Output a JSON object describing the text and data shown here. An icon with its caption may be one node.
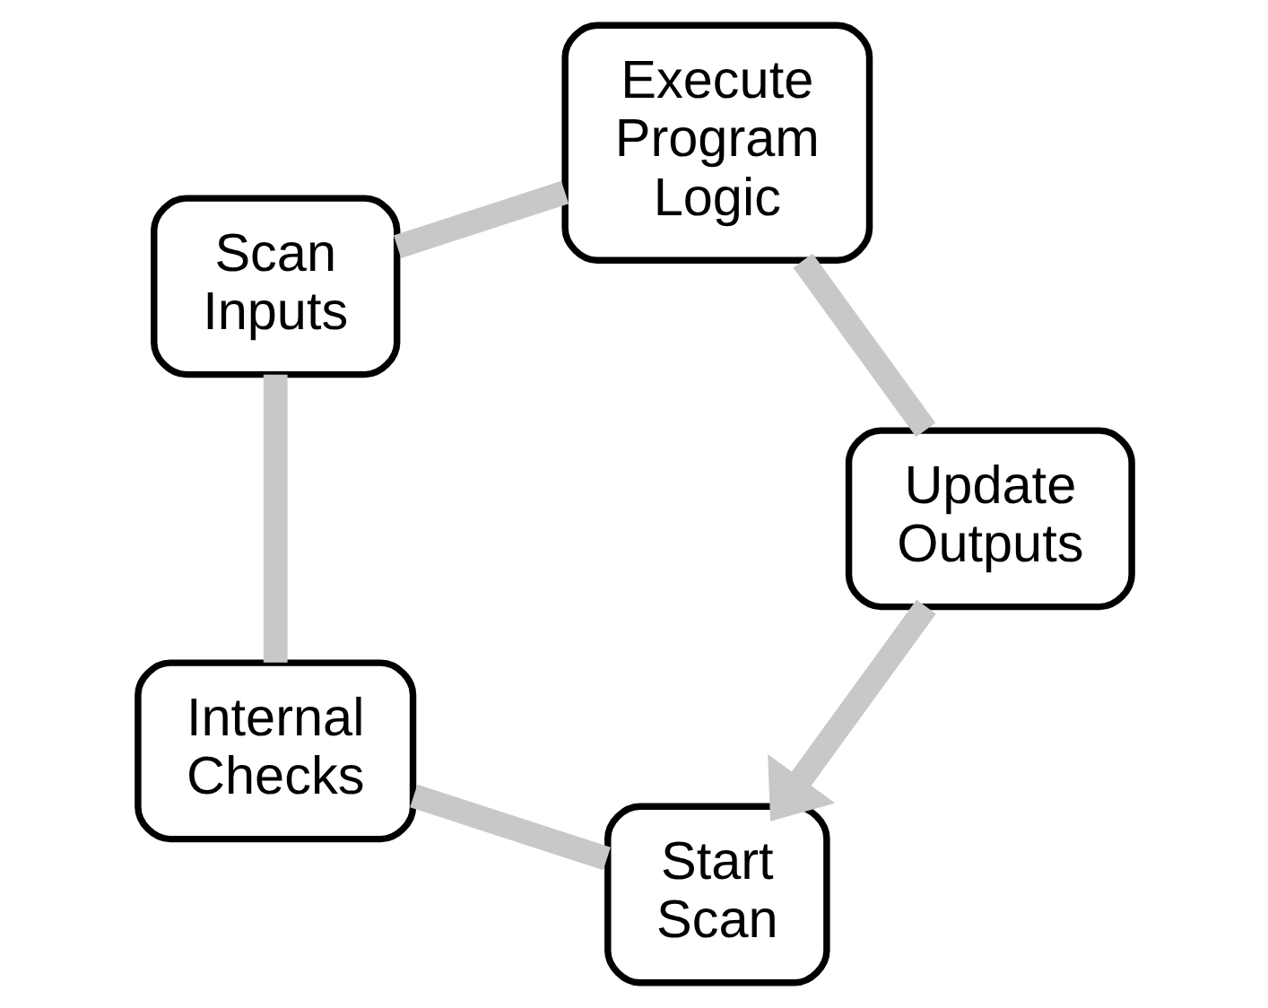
{
  "diagram": {
    "nodes": [
      {
        "text": [
          "Start Scan"
        ]
      },
      {
        "text": [
          "Internal Checks"
        ]
      },
      {
        "text": [
          "Scan Inputs"
        ]
      },
      {
        "text": [
          "Execute Program Logic"
        ]
      },
      {
        "text": [
          "Update Outputs"
        ]
      }
    ],
    "edges": [
      {
        "from": 0,
        "to": 1,
        "arrow": "none"
      },
      {
        "from": 1,
        "to": 2,
        "arrow": "none"
      },
      {
        "from": 2,
        "to": 3,
        "arrow": "none"
      },
      {
        "from": 3,
        "to": 4,
        "arrow": "none"
      },
      {
        "from": 4,
        "to": 0,
        "arrow": "to"
      }
    ]
  }
}
